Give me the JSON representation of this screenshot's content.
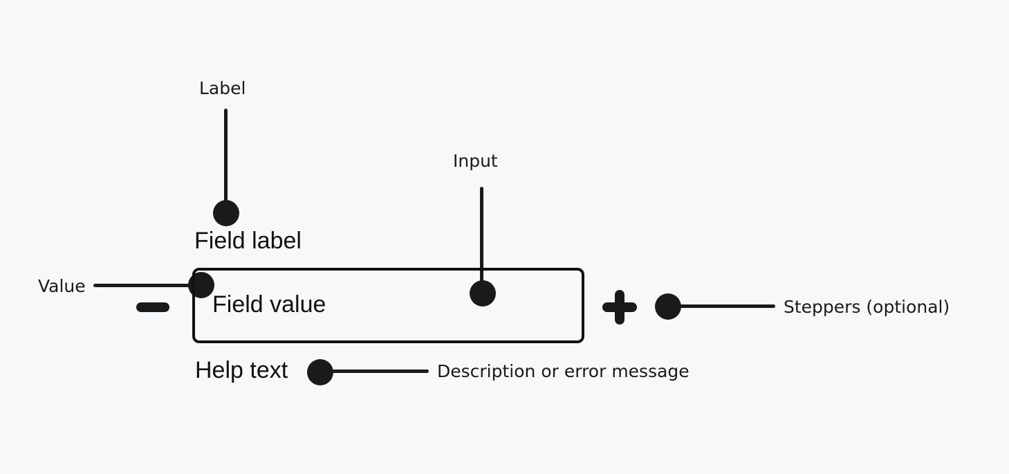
{
  "colors": {
    "background": "#f7f8f9",
    "ink": "#1a1a1a",
    "field_text": "#111111"
  },
  "annotations": {
    "label": "Label",
    "input": "Input",
    "value": "Value",
    "steppers": "Steppers (optional)",
    "help_description": "Description or error message"
  },
  "component": {
    "field_label": "Field label",
    "field_value": "Field value",
    "help_text": "Help text",
    "icons": {
      "decrement": "minus-icon",
      "increment": "plus-icon"
    }
  }
}
